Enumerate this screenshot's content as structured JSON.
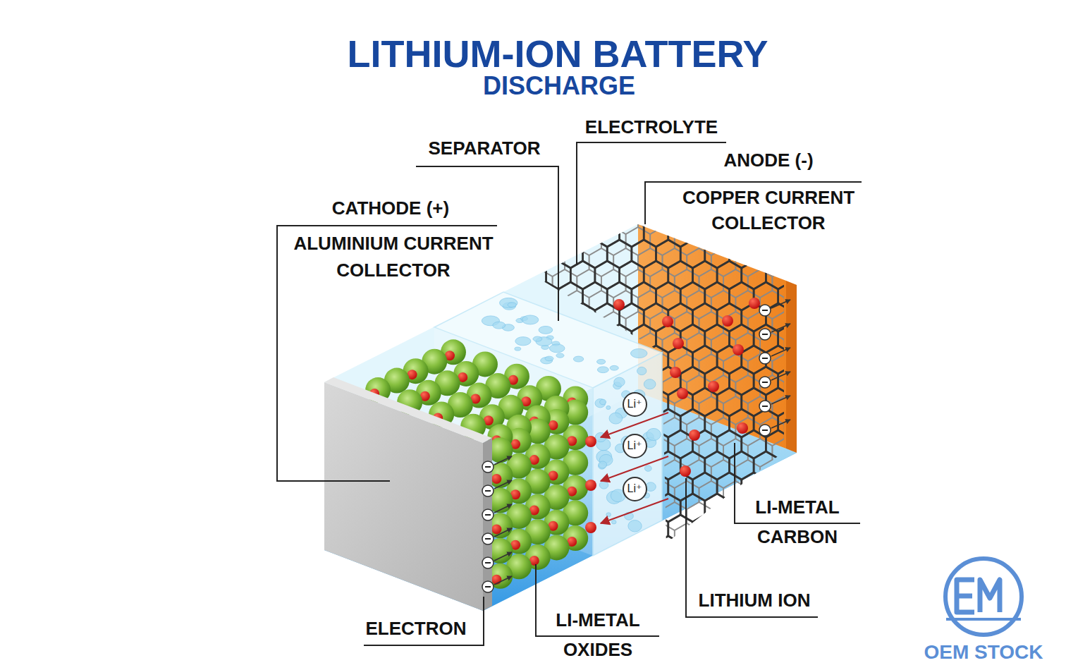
{
  "diagram": {
    "title": "LITHIUM-ION BATTERY",
    "nodes": [
      {
        "text": [
          "Li⁺"
        ]
      },
      {
        "text": [
          "Li⁺"
        ]
      },
      {
        "text": [
          "Li⁺"
        ]
      }
    ],
    "labels": [
      "DISCHARGE",
      "ELECTROLYTE",
      "SEPARATOR",
      "ANODE (-)",
      "COPPER CURRENT COLLECTOR",
      "CATHODE (+)",
      "ALUMINIUM CURRENT COLLECTOR",
      "LI-METAL CARBON",
      "LITHIUM ION",
      "ELECTRON",
      "LI-METAL OXIDES",
      "OEM STOCK"
    ]
  }
}
